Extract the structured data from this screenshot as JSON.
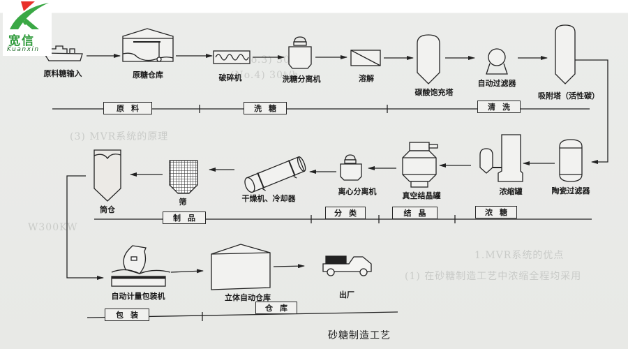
{
  "logo": {
    "name_cn": "宽信",
    "name_en": "Kuanxin",
    "colors": {
      "green": "#3aa845",
      "red": "#e8302a"
    }
  },
  "diagram": {
    "title": "砂糖制造工艺",
    "row1": {
      "nodes": [
        {
          "id": "raw-sugar-input",
          "label": "原料糖输入",
          "icon": "ship-icon"
        },
        {
          "id": "raw-sugar-warehouse",
          "label": "原糖仓库",
          "icon": "warehouse-icon"
        },
        {
          "id": "crusher",
          "label": "破碎机",
          "icon": "crusher-icon"
        },
        {
          "id": "washing-centrifuge",
          "label": "洗糖分离机",
          "icon": "centrifuge-icon"
        },
        {
          "id": "dissolving",
          "label": "溶解",
          "icon": "dissolver-icon"
        },
        {
          "id": "carbonation-tower",
          "label": "碳酸饱充塔",
          "icon": "tower-icon"
        },
        {
          "id": "auto-filter",
          "label": "自动过滤器",
          "icon": "filter-icon"
        },
        {
          "id": "adsorption-tower",
          "label": "吸附塔（活性碳）",
          "icon": "tall-tower-icon"
        }
      ],
      "stages": [
        "原料",
        "洗糖",
        "清洗"
      ]
    },
    "row2": {
      "nodes": [
        {
          "id": "ceramic-filter",
          "label": "陶瓷过滤器",
          "icon": "capsule-filter-icon"
        },
        {
          "id": "concentration-tank",
          "label": "浓缩罐",
          "icon": "evaporator-icon"
        },
        {
          "id": "vacuum-crystallizer",
          "label": "真空结晶罐",
          "icon": "crystallizer-icon"
        },
        {
          "id": "centrifugal-separator",
          "label": "离心分离机",
          "icon": "centrifuge-icon"
        },
        {
          "id": "dryer-cooler",
          "label": "干燥机、冷却器",
          "icon": "rotary-drum-icon"
        },
        {
          "id": "sieve",
          "label": "筛",
          "icon": "sieve-icon"
        },
        {
          "id": "silo",
          "label": "筒仓",
          "icon": "silo-icon"
        }
      ],
      "stages": [
        "制品",
        "分类",
        "结晶",
        "浓糖"
      ]
    },
    "row3": {
      "nodes": [
        {
          "id": "auto-packing-machine",
          "label": "自动计量包装机",
          "icon": "packing-machine-icon"
        },
        {
          "id": "automated-warehouse",
          "label": "立体自动仓库",
          "icon": "warehouse-icon"
        },
        {
          "id": "shipping",
          "label": "出厂",
          "icon": "truck-icon"
        }
      ],
      "stages": [
        "包装",
        "仓库"
      ]
    }
  },
  "background_text": [
    "(No.3) 30t/h",
    "(No.4) 30t/h",
    "W300KW",
    "(3) MVR系统的原理",
    "1.MVR系统的优点",
    "(1) 在砂糖制造工艺中浓缩全程均采用"
  ]
}
